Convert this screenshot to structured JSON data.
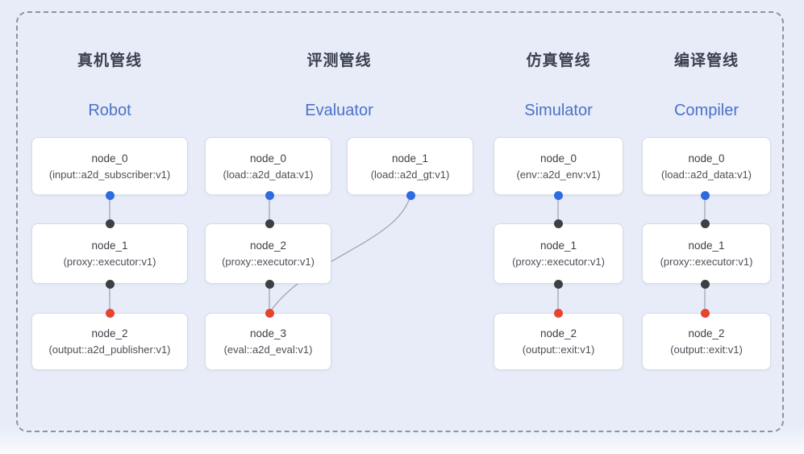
{
  "diagram": {
    "pipelines": [
      {
        "title_zh": "真机管线",
        "title_en": "Robot",
        "nodes": [
          {
            "title": "node_0",
            "subtitle": "(input::a2d_subscriber:v1)"
          },
          {
            "title": "node_1",
            "subtitle": "(proxy::executor:v1)"
          },
          {
            "title": "node_2",
            "subtitle": "(output::a2d_publisher:v1)"
          }
        ]
      },
      {
        "title_zh": "评测管线",
        "title_en": "Evaluator",
        "nodes": [
          {
            "title": "node_0",
            "subtitle": "(load::a2d_data:v1)"
          },
          {
            "title": "node_1",
            "subtitle": "(load::a2d_gt:v1)"
          },
          {
            "title": "node_2",
            "subtitle": "(proxy::executor:v1)"
          },
          {
            "title": "node_3",
            "subtitle": "(eval::a2d_eval:v1)"
          }
        ]
      },
      {
        "title_zh": "仿真管线",
        "title_en": "Simulator",
        "nodes": [
          {
            "title": "node_0",
            "subtitle": "(env::a2d_env:v1)"
          },
          {
            "title": "node_1",
            "subtitle": "(proxy::executor:v1)"
          },
          {
            "title": "node_2",
            "subtitle": "(output::exit:v1)"
          }
        ]
      },
      {
        "title_zh": "编译管线",
        "title_en": "Compiler",
        "nodes": [
          {
            "title": "node_0",
            "subtitle": "(load::a2d_data:v1)"
          },
          {
            "title": "node_1",
            "subtitle": "(proxy::executor:v1)"
          },
          {
            "title": "node_2",
            "subtitle": "(output::exit:v1)"
          }
        ]
      }
    ],
    "colors": {
      "background": "#e7ecf8",
      "dashed_border": "#8d929e",
      "node_background": "#ffffff",
      "node_border": "#d8dce6",
      "title_zh": "#3a4150",
      "title_en": "#4a72c8",
      "port_source_blue": "#2e6be0",
      "port_proxy_dark": "#3d4043",
      "port_sink_red": "#e8432f",
      "edge_line": "#98a1b3"
    }
  }
}
